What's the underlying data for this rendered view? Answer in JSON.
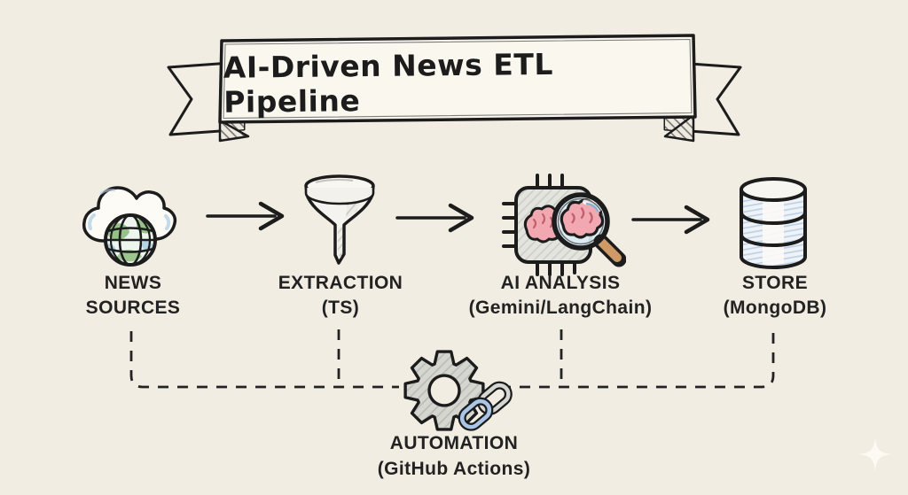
{
  "banner": {
    "title": "AI-Driven News ETL Pipeline"
  },
  "stages": [
    {
      "id": "news-sources",
      "line1": "NEWS",
      "line2": "SOURCES",
      "icon": "cloud-globe-icon"
    },
    {
      "id": "extraction",
      "line1": "EXTRACTION",
      "line2": "(TS)",
      "icon": "funnel-icon"
    },
    {
      "id": "ai-analysis",
      "line1": "AI ANALYSIS",
      "line2": "(Gemini/LangChain)",
      "icon": "chip-brain-magnifier-icon"
    },
    {
      "id": "store",
      "line1": "STORE",
      "line2": "(MongoDB)",
      "icon": "database-icon"
    }
  ],
  "automation": {
    "line1": "AUTOMATION",
    "line2": "(GitHub Actions)",
    "icon": "gear-chain-link-icon"
  },
  "colors": {
    "background": "#f2ede2",
    "ink": "#1f1f1f",
    "banner_fill": "#faf7ef",
    "cloud_shade_blue": "#b7d3e8",
    "globe_green": "#8cbd7d",
    "globe_blue": "#a9cbe4",
    "funnel_gray": "#f4f3ef",
    "chip_gray": "#e2e2dc",
    "brain_pink": "#f2a8b0",
    "brain_line": "#c2606e",
    "lens_blue": "#dcebf3",
    "handle_tan": "#cf9a66",
    "db_shade_blue": "#b9cfe6",
    "gear_gray": "#d4d4d0",
    "chain_blue": "#a9c6e8",
    "chain_gray": "#d6d6d2",
    "sparkle": "#fdfaf3"
  }
}
